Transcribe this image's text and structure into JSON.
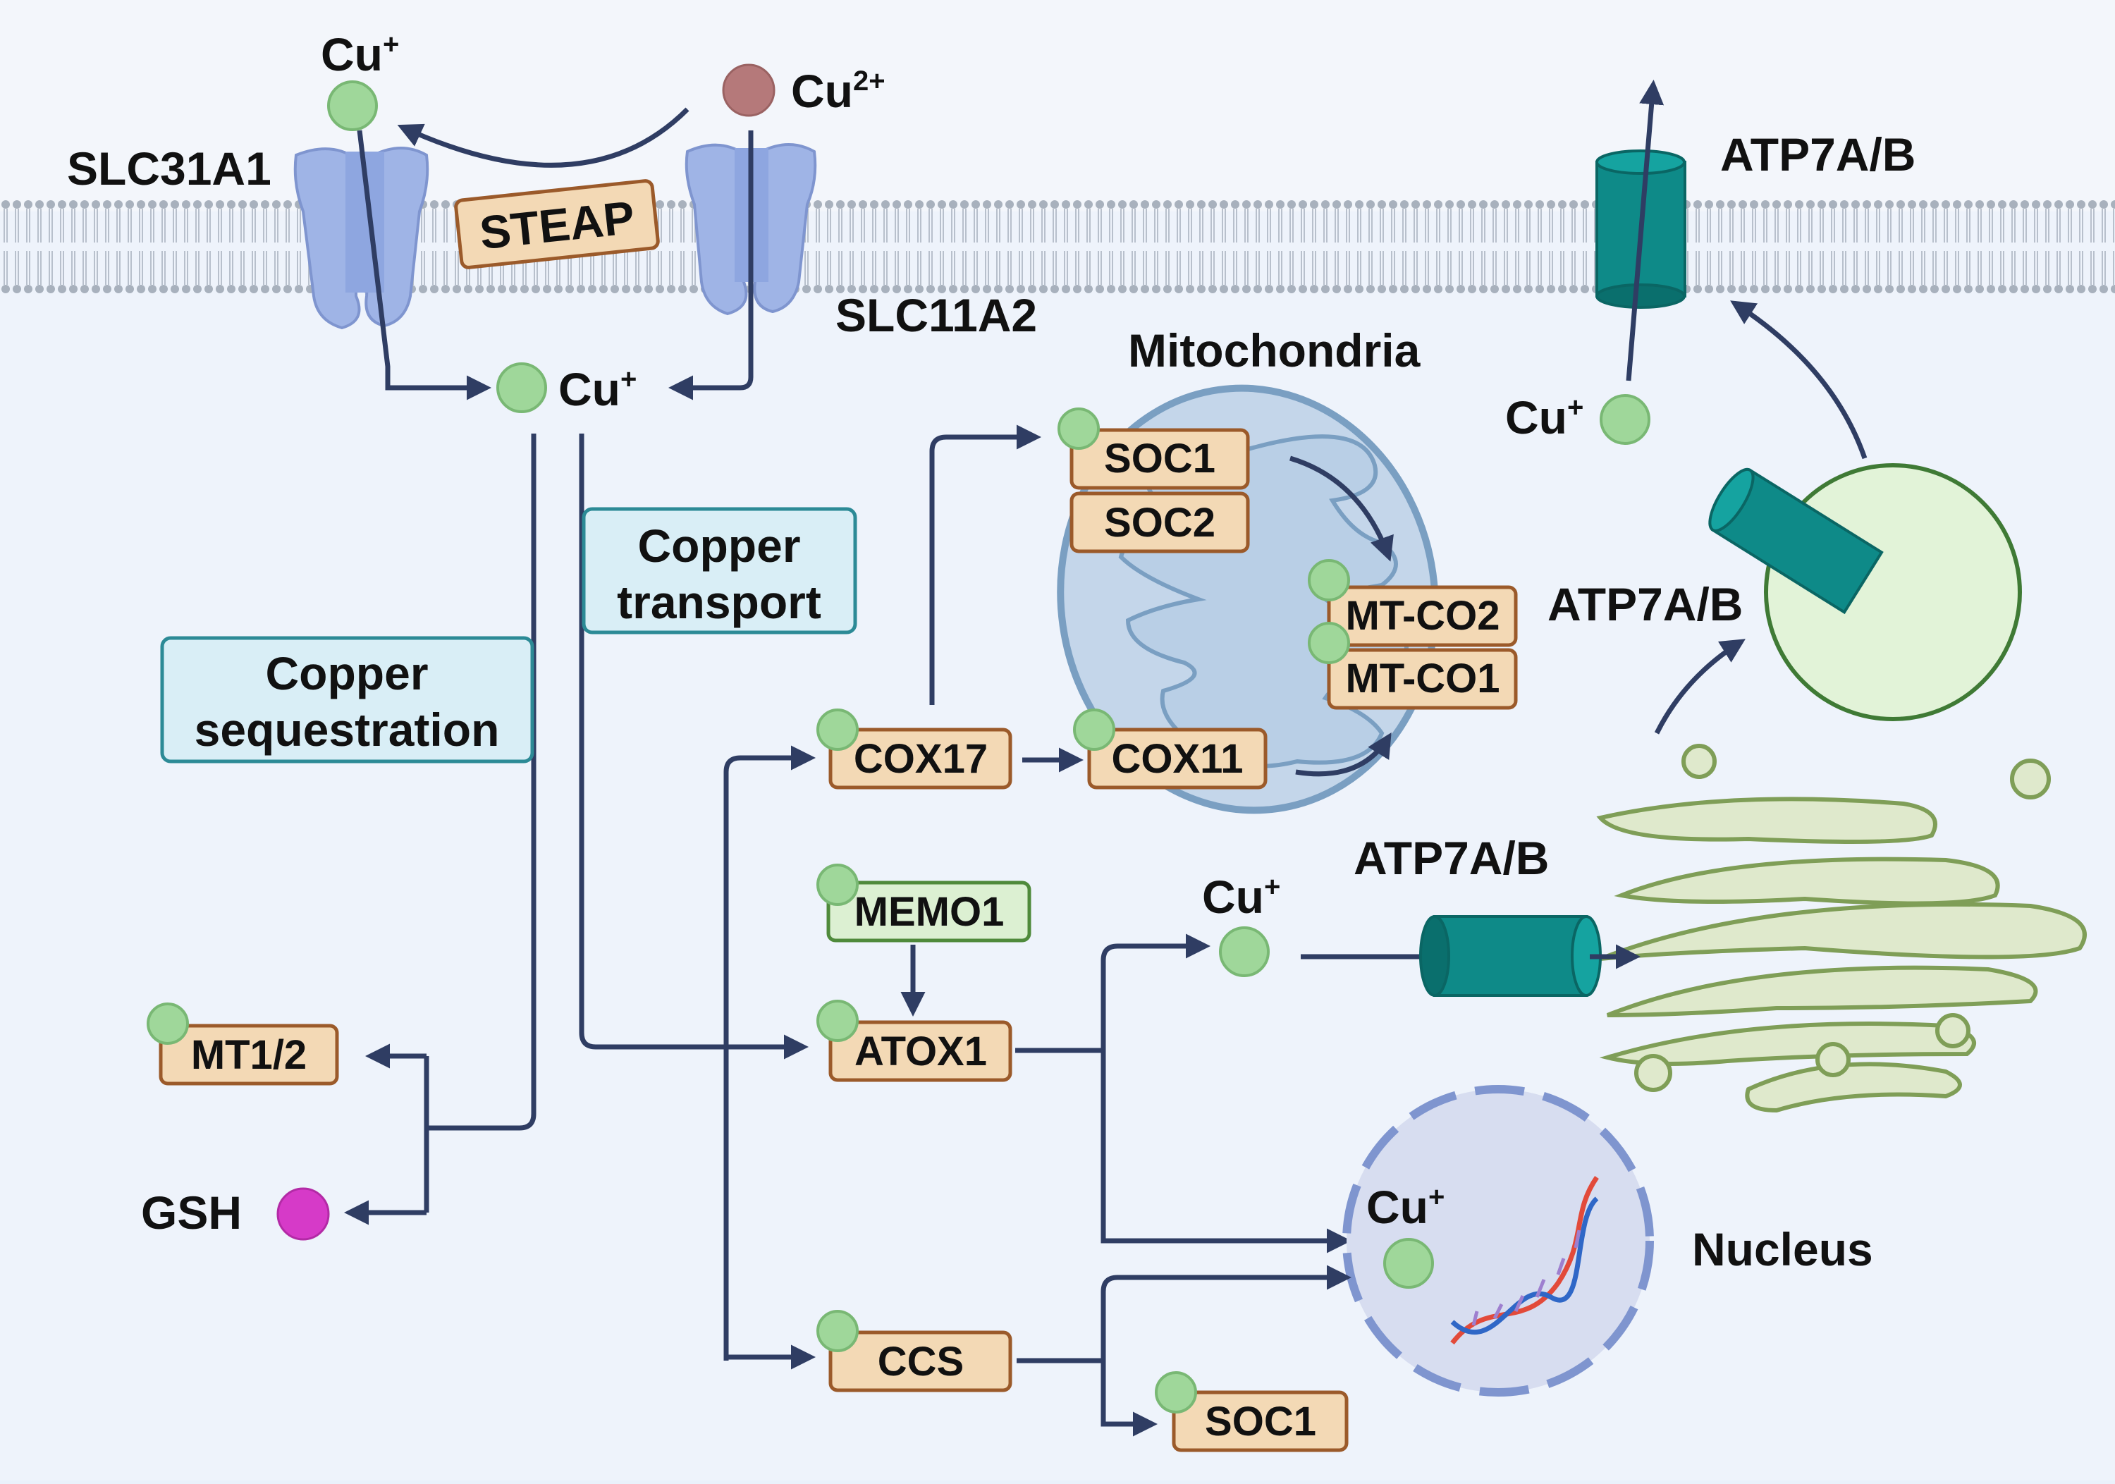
{
  "labels": {
    "cu_plus": "Cu",
    "plus_sup": "+",
    "cu2_sup": "2+",
    "slc31a1": "SLC31A1",
    "slc11a2": "SLC11A2",
    "steap": "STEAP",
    "atp7ab": "ATP7A/B",
    "mitochondria": "Mitochondria",
    "nucleus": "Nucleus",
    "gsh": "GSH"
  },
  "categories": {
    "transport": [
      "Copper",
      "transport"
    ],
    "sequestration": [
      "Copper",
      "sequestration"
    ]
  },
  "proteins": {
    "soc1_mito": "SOC1",
    "soc2": "SOC2",
    "mtco2": "MT-CO2",
    "mtco1": "MT-CO1",
    "cox17": "COX17",
    "cox11": "COX11",
    "memo1": "MEMO1",
    "atox1": "ATOX1",
    "mt12": "MT1/2",
    "ccs": "CCS",
    "soc1_bottom": "SOC1"
  },
  "colors": {
    "background": "#eaf1fb",
    "arrow": "#2f3d63",
    "copper_plus": "#9fd79a",
    "copper_2plus": "#b5797a",
    "gsh": "#d63ac8",
    "protein_box": "#f3d9b5",
    "protein_border": "#9b5a2a",
    "memo1_box": "#dcf0d2",
    "atp7": "#0e8a88",
    "transporter": "#9fb4e6",
    "mitochondria": "#aac3dd",
    "golgi": "#dfe9cc",
    "nucleus": "#d7ddf0"
  }
}
